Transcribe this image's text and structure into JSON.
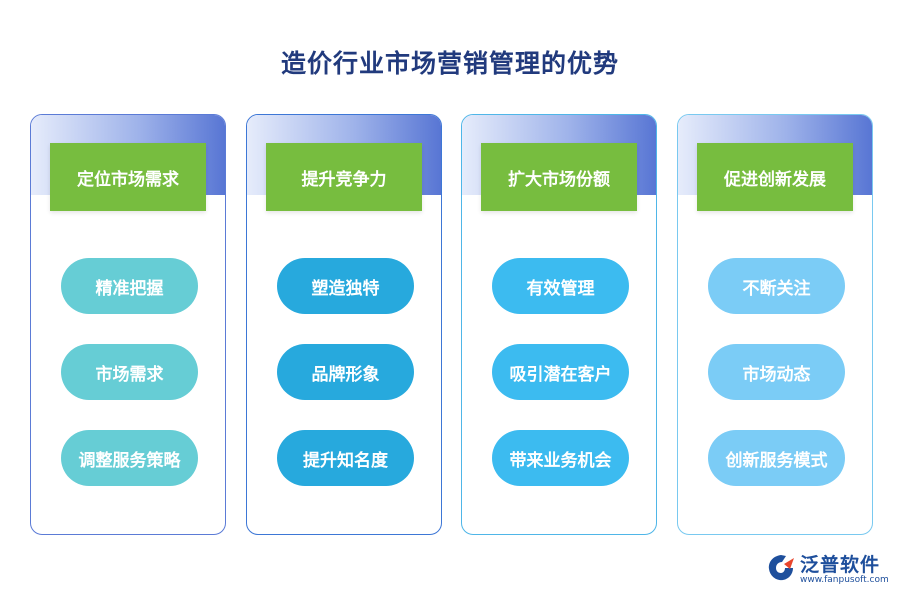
{
  "title": "造价行业市场营销管理的优势",
  "columns": [
    {
      "header": "定位市场需求",
      "items": [
        "精准把握",
        "市场需求",
        "调整服务策略"
      ]
    },
    {
      "header": "提升竞争力",
      "items": [
        "塑造独特",
        "品牌形象",
        "提升知名度"
      ]
    },
    {
      "header": "扩大市场份额",
      "items": [
        "有效管理",
        "吸引潜在客户",
        "带来业务机会"
      ]
    },
    {
      "header": "促进创新发展",
      "items": [
        "不断关注",
        "市场动态",
        "创新服务模式"
      ]
    }
  ],
  "logo": {
    "name": "泛普软件",
    "url": "www.fanpusoft.com",
    "icon": "fanpu-logo-icon"
  }
}
